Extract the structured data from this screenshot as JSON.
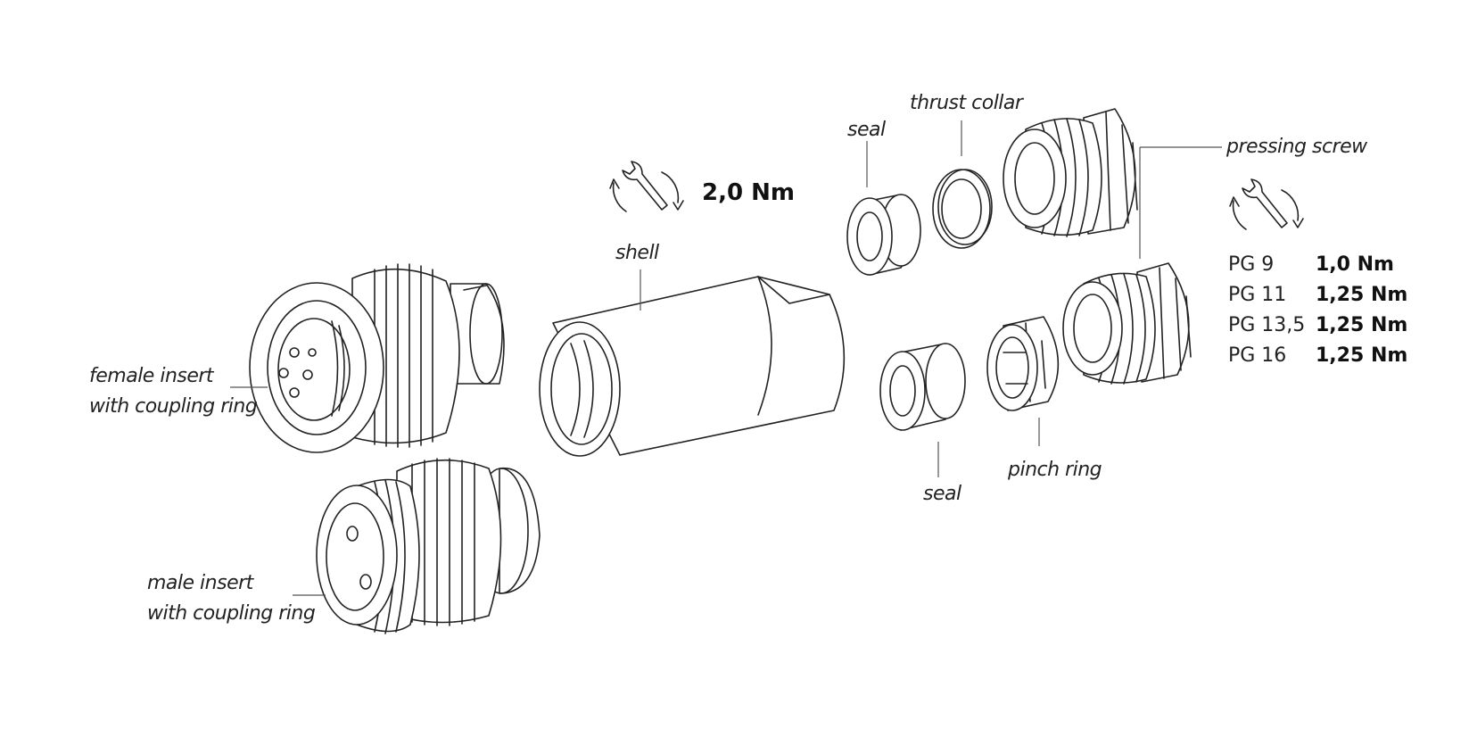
{
  "labels": {
    "female_insert": [
      "female insert",
      "with coupling ring"
    ],
    "male_insert": [
      "male insert",
      "with coupling ring"
    ],
    "shell": "shell",
    "seal_top": "seal",
    "thrust_collar": "thrust collar",
    "pressing_screw": "pressing screw",
    "seal_bottom": "seal",
    "pinch_ring": "pinch ring"
  },
  "shell_torque": "2,0 Nm",
  "torque_table": [
    {
      "size": "PG 9",
      "torque": "1,0 Nm"
    },
    {
      "size": "PG 11",
      "torque": "1,25 Nm"
    },
    {
      "size": "PG 13,5",
      "torque": "1,25 Nm"
    },
    {
      "size": "PG 16",
      "torque": "1,25 Nm"
    }
  ],
  "icons": [
    "wrench-tighten-icon",
    "wrench-tighten-icon"
  ]
}
